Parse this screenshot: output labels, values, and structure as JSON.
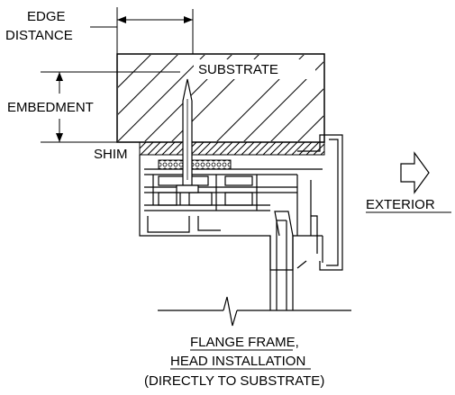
{
  "labels": {
    "edge_distance_line1": "EDGE",
    "edge_distance_line2": "DISTANCE",
    "substrate": "SUBSTRATE",
    "embedment": "EMBEDMENT",
    "shim": "SHIM",
    "exterior": "EXTERIOR"
  },
  "caption": {
    "line1": "FLANGE FRAME,",
    "line2": "HEAD INSTALLATION",
    "line3": "(DIRECTLY TO SUBSTRATE)"
  },
  "icons": {
    "exterior_direction": "right-arrow-icon",
    "fastener": "screw-icon",
    "break_line": "break-line-icon"
  }
}
